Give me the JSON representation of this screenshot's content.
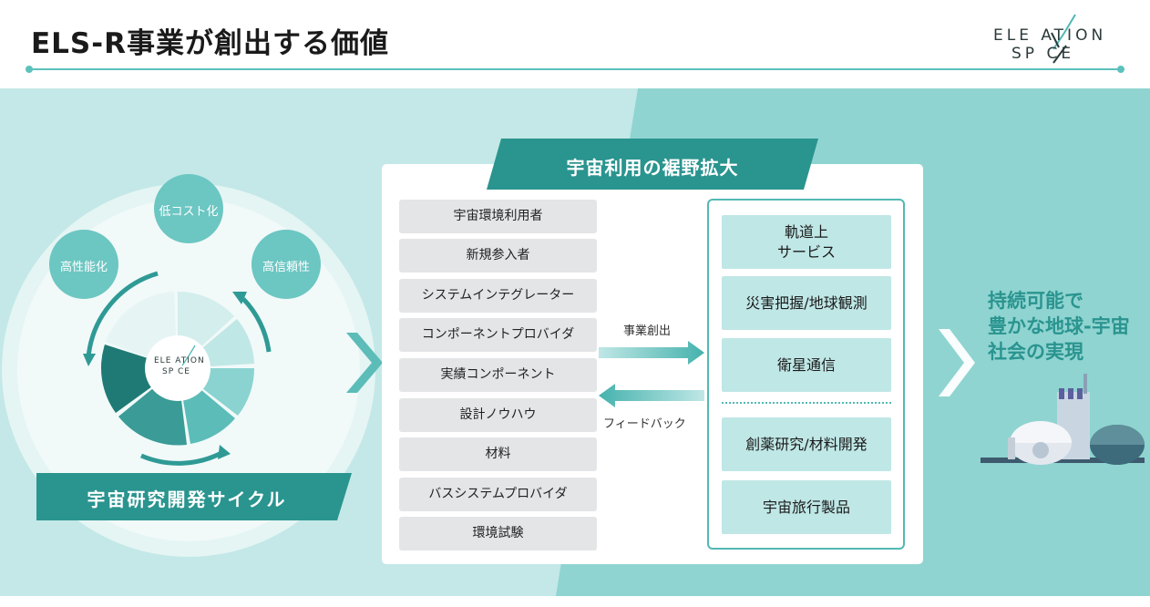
{
  "header": {
    "title": "ELS-R事業が創出する価値",
    "logo_line1": "ELE  ATION",
    "logo_line2": "SP  CE"
  },
  "cycle": {
    "nodes": [
      "低コスト化",
      "高性能化",
      "高信頼性"
    ],
    "center_logo_line1": "ELE  ATION",
    "center_logo_line2": "SP  CE",
    "banner": "宇宙研究開発サイクル"
  },
  "expansion": {
    "banner": "宇宙利用の裾野拡大",
    "participants": [
      "宇宙環境利用者",
      "新規参入者",
      "システムインテグレーター",
      "コンポーネントプロバイダ",
      "実績コンポーネント",
      "設計ノウハウ",
      "材料",
      "バスシステムプロバイダ",
      "環境試験"
    ],
    "arrow_forward": "事業創出",
    "arrow_back": "フィードバック",
    "services": [
      "軌道上\nサービス",
      "災害把握/地球観測",
      "衛星通信",
      "創薬研究/材料開発",
      "宇宙旅行製品"
    ]
  },
  "goal": {
    "lines": [
      "持続可能で",
      "豊かな地球-宇宙",
      "社会の実現"
    ]
  },
  "colors": {
    "teal_dark": "#2a948f",
    "teal_mid": "#52b9b4",
    "teal_light": "#bfe7e6",
    "bg_light": "#c3e8e7",
    "bg_right": "#8fd4d1"
  }
}
